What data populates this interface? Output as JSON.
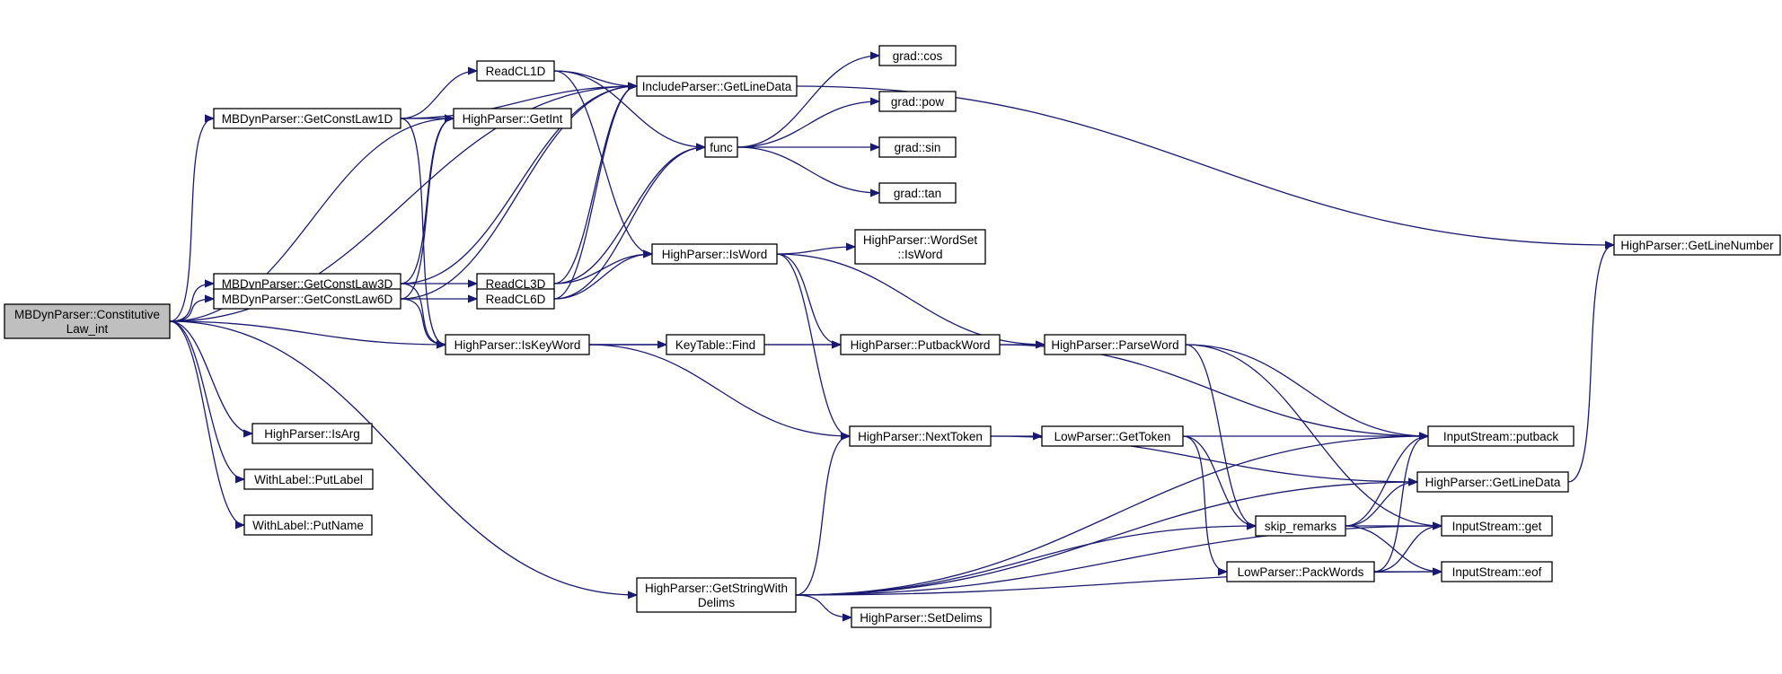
{
  "diagram": {
    "colors": {
      "edge": "#191970",
      "root_fill": "#bfbfbf",
      "node_fill": "#ffffff",
      "node_border": "#000000"
    },
    "nodes": [
      {
        "id": "root",
        "lines": [
          "MBDynParser::Constitutive",
          "Law_int"
        ],
        "root": true
      },
      {
        "id": "gcl1d",
        "lines": [
          "MBDynParser::GetConstLaw1D"
        ]
      },
      {
        "id": "gcl3d",
        "lines": [
          "MBDynParser::GetConstLaw3D"
        ]
      },
      {
        "id": "gcl6d",
        "lines": [
          "MBDynParser::GetConstLaw6D"
        ]
      },
      {
        "id": "isarg",
        "lines": [
          "HighParser::IsArg"
        ]
      },
      {
        "id": "putlabel",
        "lines": [
          "WithLabel::PutLabel"
        ]
      },
      {
        "id": "putname",
        "lines": [
          "WithLabel::PutName"
        ]
      },
      {
        "id": "readcl1d",
        "lines": [
          "ReadCL1D"
        ]
      },
      {
        "id": "getint",
        "lines": [
          "HighParser::GetInt"
        ]
      },
      {
        "id": "readcl3d",
        "lines": [
          "ReadCL3D"
        ]
      },
      {
        "id": "readcl6d",
        "lines": [
          "ReadCL6D"
        ]
      },
      {
        "id": "iskeyword",
        "lines": [
          "HighParser::IsKeyWord"
        ]
      },
      {
        "id": "inclgld",
        "lines": [
          "IncludeParser::GetLineData"
        ]
      },
      {
        "id": "func",
        "lines": [
          "func"
        ]
      },
      {
        "id": "isword",
        "lines": [
          "HighParser::IsWord"
        ]
      },
      {
        "id": "ktfind",
        "lines": [
          "KeyTable::Find"
        ]
      },
      {
        "id": "gswd",
        "lines": [
          "HighParser::GetStringWith",
          "Delims"
        ]
      },
      {
        "id": "cos",
        "lines": [
          "grad::cos"
        ]
      },
      {
        "id": "pow",
        "lines": [
          "grad::pow"
        ]
      },
      {
        "id": "sin",
        "lines": [
          "grad::sin"
        ]
      },
      {
        "id": "tan",
        "lines": [
          "grad::tan"
        ]
      },
      {
        "id": "wsisword",
        "lines": [
          "HighParser::WordSet",
          "::IsWord"
        ]
      },
      {
        "id": "putback",
        "lines": [
          "HighParser::PutbackWord"
        ]
      },
      {
        "id": "nexttoken",
        "lines": [
          "HighParser::NextToken"
        ]
      },
      {
        "id": "setdelims",
        "lines": [
          "HighParser::SetDelims"
        ]
      },
      {
        "id": "parseword",
        "lines": [
          "HighParser::ParseWord"
        ]
      },
      {
        "id": "gettoken",
        "lines": [
          "LowParser::GetToken"
        ]
      },
      {
        "id": "skip",
        "lines": [
          "skip_remarks"
        ]
      },
      {
        "id": "packwords",
        "lines": [
          "LowParser::PackWords"
        ]
      },
      {
        "id": "isputback",
        "lines": [
          "InputStream::putback"
        ]
      },
      {
        "id": "hpgld",
        "lines": [
          "HighParser::GetLineData"
        ]
      },
      {
        "id": "isget",
        "lines": [
          "InputStream::get"
        ]
      },
      {
        "id": "iseof",
        "lines": [
          "InputStream::eof"
        ]
      },
      {
        "id": "gln",
        "lines": [
          "HighParser::GetLineNumber"
        ]
      }
    ],
    "edges": [
      {
        "from": "root",
        "to": "gcl1d"
      },
      {
        "from": "root",
        "to": "gcl3d"
      },
      {
        "from": "root",
        "to": "gcl6d"
      },
      {
        "from": "root",
        "to": "inclgld"
      },
      {
        "from": "root",
        "to": "getint"
      },
      {
        "from": "root",
        "to": "iskeyword"
      },
      {
        "from": "root",
        "to": "isarg"
      },
      {
        "from": "root",
        "to": "putlabel"
      },
      {
        "from": "root",
        "to": "putname"
      },
      {
        "from": "root",
        "to": "gswd"
      },
      {
        "from": "gcl1d",
        "to": "readcl1d"
      },
      {
        "from": "gcl1d",
        "to": "getint"
      },
      {
        "from": "gcl1d",
        "to": "inclgld"
      },
      {
        "from": "gcl1d",
        "to": "iskeyword"
      },
      {
        "from": "gcl3d",
        "to": "readcl3d"
      },
      {
        "from": "gcl3d",
        "to": "getint"
      },
      {
        "from": "gcl3d",
        "to": "inclgld"
      },
      {
        "from": "gcl3d",
        "to": "iskeyword"
      },
      {
        "from": "gcl6d",
        "to": "readcl6d"
      },
      {
        "from": "gcl6d",
        "to": "getint"
      },
      {
        "from": "gcl6d",
        "to": "inclgld"
      },
      {
        "from": "gcl6d",
        "to": "iskeyword"
      },
      {
        "from": "readcl1d",
        "to": "inclgld"
      },
      {
        "from": "readcl1d",
        "to": "func"
      },
      {
        "from": "readcl1d",
        "to": "isword"
      },
      {
        "from": "readcl3d",
        "to": "inclgld"
      },
      {
        "from": "readcl3d",
        "to": "func"
      },
      {
        "from": "readcl3d",
        "to": "isword"
      },
      {
        "from": "readcl6d",
        "to": "inclgld"
      },
      {
        "from": "readcl6d",
        "to": "func"
      },
      {
        "from": "readcl6d",
        "to": "isword"
      },
      {
        "from": "inclgld",
        "to": "gln"
      },
      {
        "from": "func",
        "to": "cos"
      },
      {
        "from": "func",
        "to": "pow"
      },
      {
        "from": "func",
        "to": "sin"
      },
      {
        "from": "func",
        "to": "tan"
      },
      {
        "from": "isword",
        "to": "wsisword"
      },
      {
        "from": "isword",
        "to": "putback"
      },
      {
        "from": "isword",
        "to": "parseword"
      },
      {
        "from": "isword",
        "to": "nexttoken"
      },
      {
        "from": "iskeyword",
        "to": "ktfind"
      },
      {
        "from": "iskeyword",
        "to": "putback"
      },
      {
        "from": "iskeyword",
        "to": "parseword"
      },
      {
        "from": "iskeyword",
        "to": "nexttoken"
      },
      {
        "from": "gswd",
        "to": "nexttoken"
      },
      {
        "from": "gswd",
        "to": "setdelims"
      },
      {
        "from": "gswd",
        "to": "skip"
      },
      {
        "from": "gswd",
        "to": "isputback"
      },
      {
        "from": "gswd",
        "to": "isget"
      },
      {
        "from": "gswd",
        "to": "iseof"
      },
      {
        "from": "gswd",
        "to": "hpgld"
      },
      {
        "from": "putback",
        "to": "isputback"
      },
      {
        "from": "parseword",
        "to": "isputback"
      },
      {
        "from": "parseword",
        "to": "skip"
      },
      {
        "from": "parseword",
        "to": "isget"
      },
      {
        "from": "nexttoken",
        "to": "gettoken"
      },
      {
        "from": "nexttoken",
        "to": "hpgld"
      },
      {
        "from": "gettoken",
        "to": "isputback"
      },
      {
        "from": "gettoken",
        "to": "skip"
      },
      {
        "from": "gettoken",
        "to": "packwords"
      },
      {
        "from": "skip",
        "to": "isputback"
      },
      {
        "from": "skip",
        "to": "isget"
      },
      {
        "from": "skip",
        "to": "iseof"
      },
      {
        "from": "skip",
        "to": "hpgld"
      },
      {
        "from": "packwords",
        "to": "isputback"
      },
      {
        "from": "packwords",
        "to": "isget"
      },
      {
        "from": "packwords",
        "to": "iseof"
      },
      {
        "from": "hpgld",
        "to": "gln"
      }
    ]
  }
}
